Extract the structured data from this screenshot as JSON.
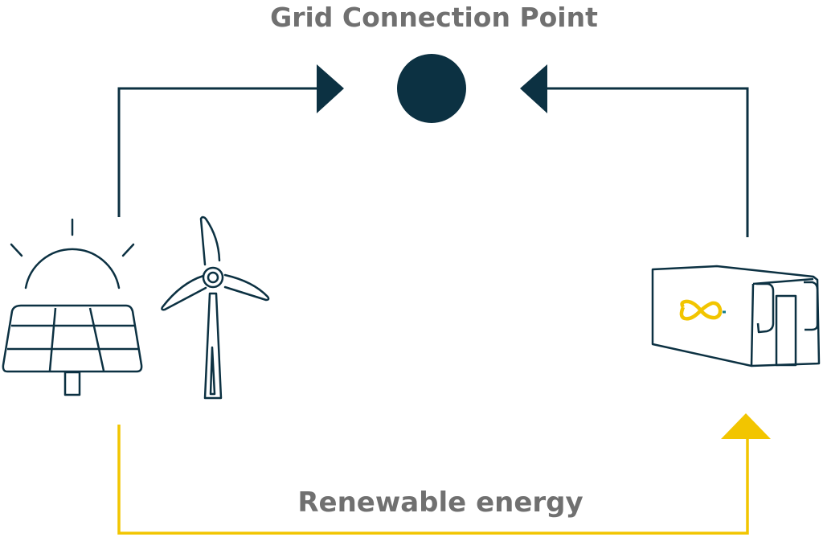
{
  "diagram": {
    "title": "Grid Connection Point",
    "flow_label": "Renewable energy",
    "nodes": [
      {
        "id": "grid",
        "icon": "grid-connection-point-circle"
      },
      {
        "id": "renewables",
        "icons": [
          "solar-panel-icon",
          "sun-icon",
          "wind-turbine-icon"
        ]
      },
      {
        "id": "storage",
        "icon": "battery-container-icon"
      }
    ],
    "edges": [
      {
        "from": "renewables",
        "to": "grid",
        "color": "#0c3142"
      },
      {
        "from": "storage",
        "to": "grid",
        "color": "#0c3142"
      },
      {
        "from": "renewables",
        "to": "storage",
        "color": "#f2c500",
        "label": "Renewable energy"
      }
    ],
    "colors": {
      "primary": "#0c3142",
      "accent": "#f2c500",
      "text": "#707070"
    }
  }
}
